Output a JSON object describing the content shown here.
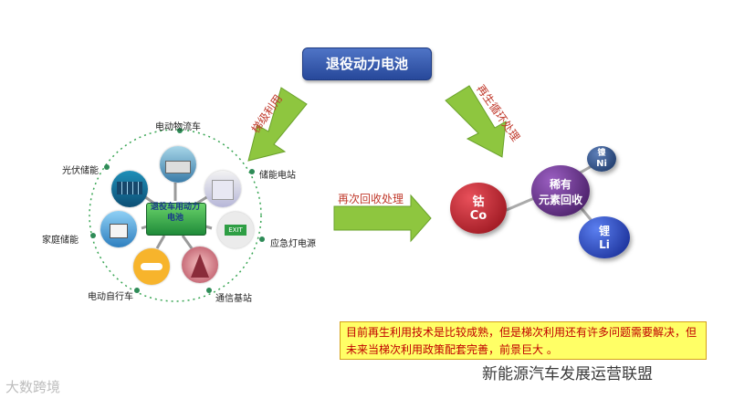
{
  "title": "退役动力电池",
  "arrows": {
    "left": "梯级利用",
    "right": "再生循环处理",
    "middle": "再次回收处理"
  },
  "cycle": {
    "center": "退役车用动力电池",
    "nodes": [
      "电动物流车",
      "储能电站",
      "应急灯电源",
      "通信基站",
      "电动自行车",
      "家庭储能",
      "光伏储能"
    ]
  },
  "elements": {
    "cobalt": {
      "name": "钴",
      "symbol": "Co"
    },
    "rare": {
      "line1": "稀有",
      "line2": "元素回收"
    },
    "nickel": {
      "name": "镍",
      "symbol": "Ni"
    },
    "lithium": {
      "name": "锂",
      "symbol": "Li"
    }
  },
  "note": "目前再生利用技术是比较成熟，但是梯次利用还有许多问题需要解决，但未来当梯次利用政策配套完善，前景巨大 。",
  "watermark_left": "大数跨境",
  "watermark_right": "新能源汽车发展运营联盟",
  "colors": {
    "arrow_green": "#8ec63f",
    "title_blue": "#2b4c9e",
    "cobalt_red": "#b8141e",
    "rare_purple": "#5b2a7e",
    "nickel_navy": "#1f3f7a",
    "lithium_blue": "#1e3fbf"
  }
}
